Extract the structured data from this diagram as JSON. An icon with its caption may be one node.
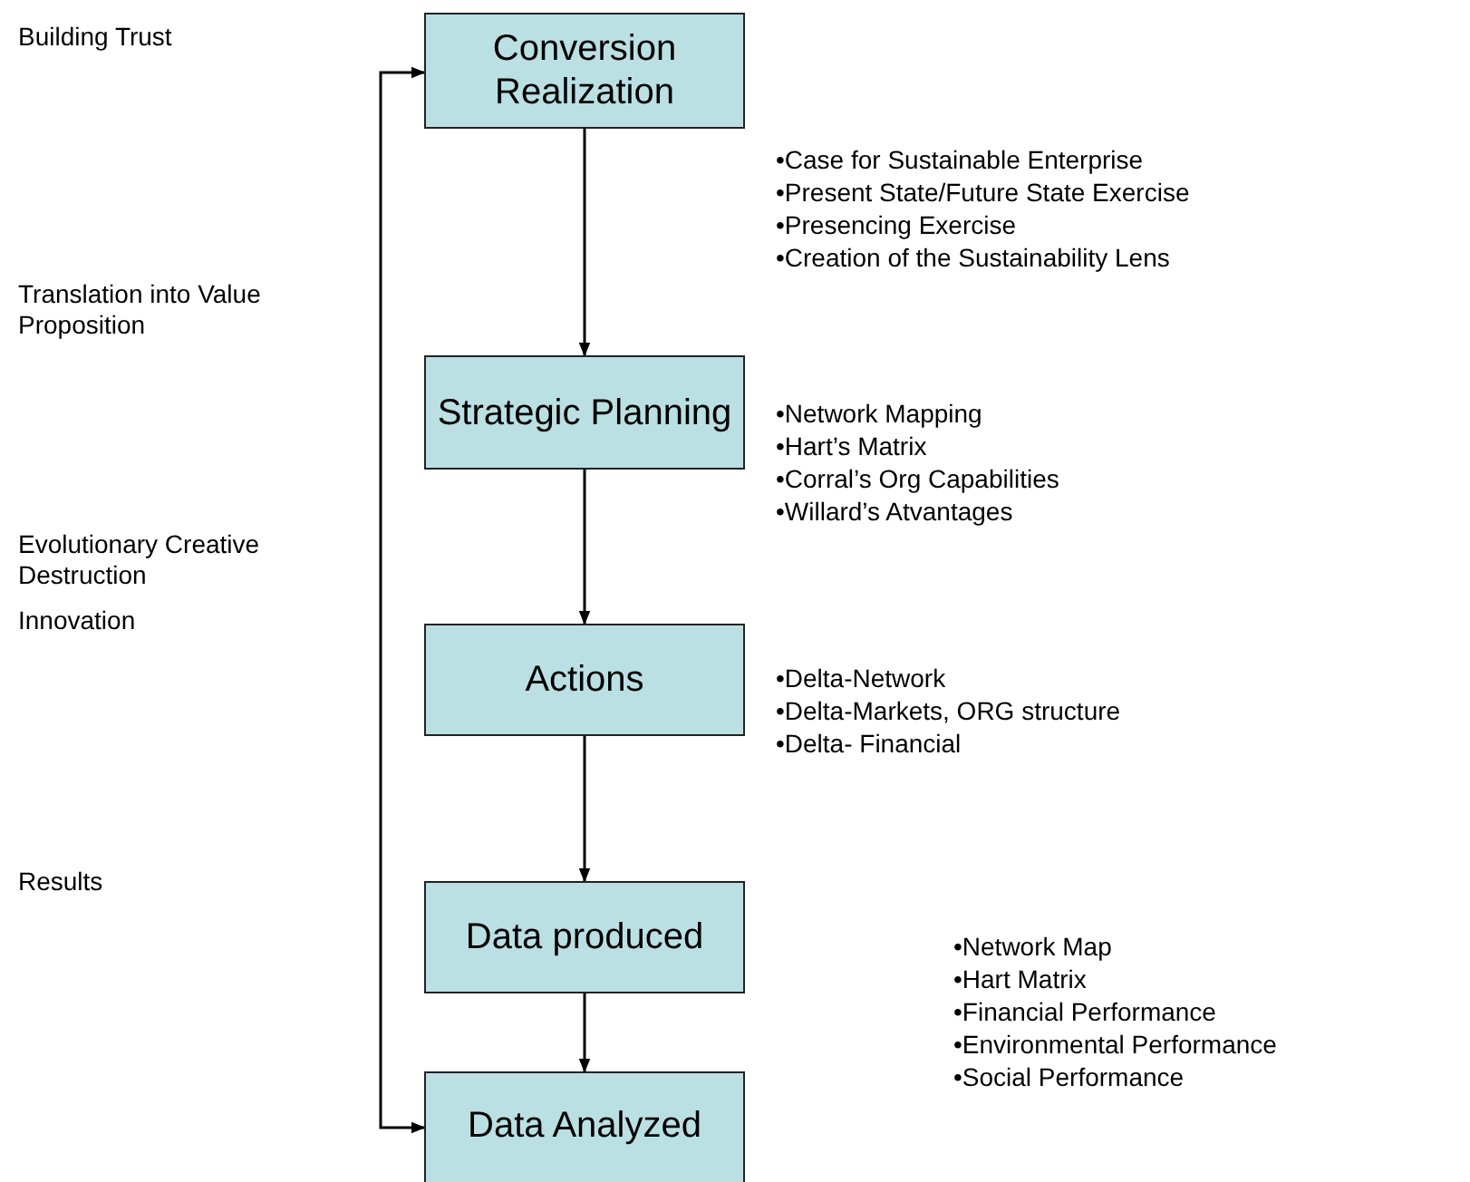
{
  "diagram": {
    "nodes": [
      {
        "text": [
          "Conversion Realization"
        ]
      },
      {
        "text": [
          "Strategic Planning"
        ]
      },
      {
        "text": [
          "Actions"
        ]
      },
      {
        "text": [
          "Data produced"
        ]
      },
      {
        "text": [
          "Data Analyzed"
        ]
      }
    ],
    "edges": [
      {
        "from": 0,
        "to": 1,
        "arrow": "to"
      },
      {
        "from": 1,
        "to": 2,
        "arrow": "to"
      },
      {
        "from": 2,
        "to": 3,
        "arrow": "to"
      },
      {
        "from": 3,
        "to": 4,
        "arrow": "to"
      },
      {
        "from": 4,
        "to": 0,
        "arrow": "both"
      }
    ],
    "labels": [
      "Building Trust",
      "•Case for Sustainable Enterprise",
      "•Present State/Future State Exercise",
      "•Presencing Exercise",
      "•Creation of the Sustainability Lens",
      "Translation into Value Proposition",
      "•Network Mapping",
      "•Hart’s Matrix",
      "•Corral’s Org Capabilities",
      "•Willard’s Atvantages",
      "Evolutionary Creative Destruction",
      "Innovation",
      "•Delta-Network",
      "•Delta-Markets, ORG structure",
      "•Delta- Financial",
      "Results",
      "•Network Map",
      "•Hart Matrix",
      "•Financial Performance",
      "•Environmental Performance",
      "•Social Performance"
    ]
  }
}
